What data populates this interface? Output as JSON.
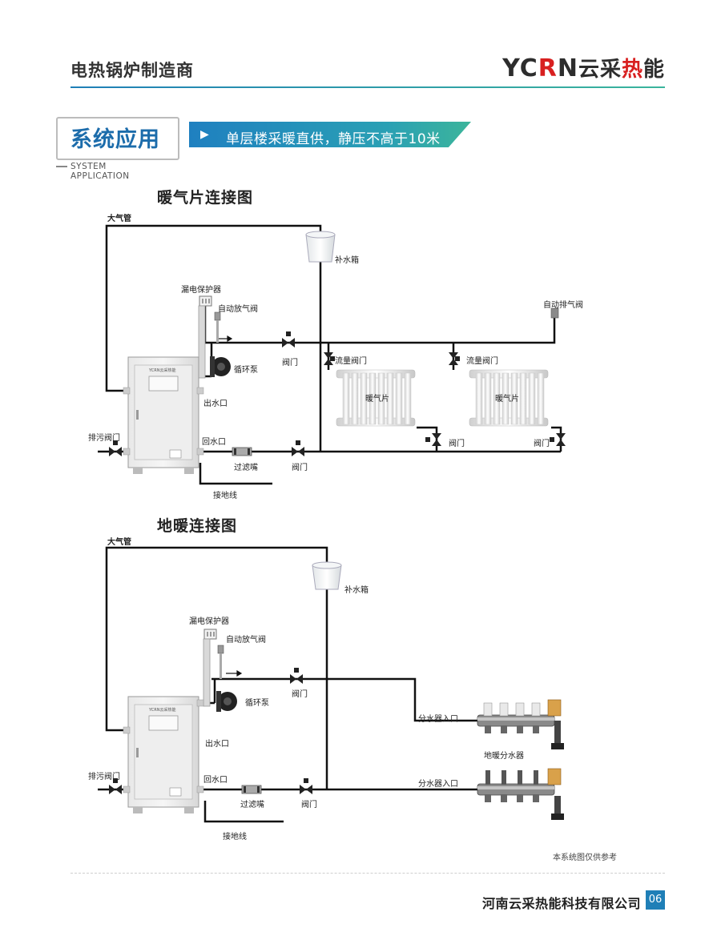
{
  "header": {
    "title": "电热锅炉制造商",
    "brand_en_1": "YC",
    "brand_en_r": "R",
    "brand_en_2": "N",
    "brand_cn_1": "云采",
    "brand_cn_red": "热",
    "brand_cn_2": "能"
  },
  "section": {
    "title": "系统应用",
    "sub_line1": "SYSTEM",
    "sub_line2": "APPLICATION",
    "banner_text": "单层楼采暖直供，静压不高于10米",
    "banner_arrow": "▶"
  },
  "diagram1": {
    "title": "暖气片连接图",
    "labels": {
      "atmos": "大气管",
      "tank": "补水箱",
      "leak": "漏电保护器",
      "auto_vent": "自动放气阀",
      "auto_exhaust": "自动排气阀",
      "valve_top": "阀门",
      "flow1": "流量阀门",
      "flow2": "流量阀门",
      "pump": "循环泵",
      "outlet": "出水口",
      "radiator1": "暖气片",
      "radiator2": "暖气片",
      "drain": "排污阀门",
      "return": "回水口",
      "valve_r1": "阀门",
      "valve_r2": "阀门",
      "filter": "过滤嘴",
      "valve_bottom": "阀门",
      "ground": "接地线"
    }
  },
  "diagram2": {
    "title": "地暖连接图",
    "labels": {
      "atmos": "大气管",
      "tank": "补水箱",
      "leak": "漏电保护器",
      "auto_vent": "自动放气阀",
      "valve_top": "阀门",
      "pump": "循环泵",
      "manifold_in1": "分水器入口",
      "manifold": "地暖分水器",
      "outlet": "出水口",
      "drain": "排污阀门",
      "return": "回水口",
      "manifold_in2": "分水器入口",
      "filter": "过滤嘴",
      "valve_bottom": "阀门",
      "ground": "接地线"
    }
  },
  "boiler_brand": "YCRN云采热能",
  "footer": {
    "note": "本系统图仅供参考",
    "company": "河南云采热能科技有限公司",
    "page": "06"
  }
}
